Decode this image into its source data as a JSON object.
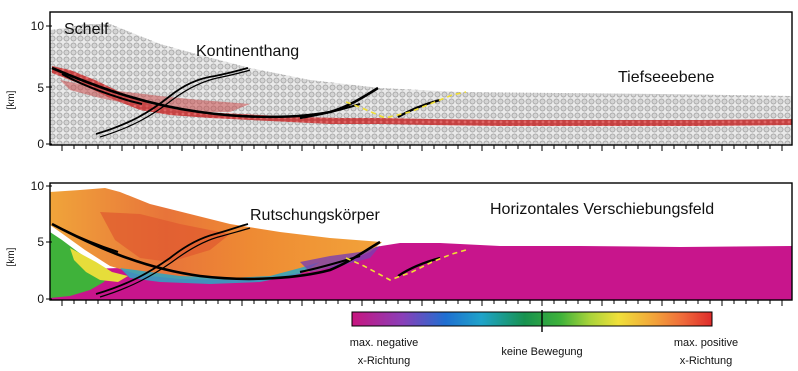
{
  "axis": {
    "ylabel": "[km]",
    "ticks": [
      "10",
      "5",
      "0"
    ]
  },
  "panel_top": {
    "label_shelf": "Schelf",
    "label_slope": "Kontinenthang",
    "label_plain": "Tiefseeebene"
  },
  "panel_bottom": {
    "label_slide": "Rutschungskörper",
    "label_field": "Horizontales Verschiebungsfeld"
  },
  "colorbar": {
    "left_label_1": "max. negative",
    "left_label_2": "x-Richtung",
    "center_label": "keine Bewegung",
    "right_label_1": "max. positive",
    "right_label_2": "x-Richtung",
    "colors": [
      "#c8157f",
      "#8a3fb8",
      "#1f6fd1",
      "#1fa3c9",
      "#17924f",
      "#3fb23a",
      "#a8d33a",
      "#f0e03a",
      "#f2a33a",
      "#ef6a3a",
      "#de2b2b"
    ]
  },
  "colors": {
    "particles": "#bdbdbd",
    "weak_layer": "#cc3b3b",
    "fault": "#000000",
    "dashed": "#f2e033",
    "slide_orange": "#ee8a33",
    "basin_magenta": "#c8158c"
  }
}
